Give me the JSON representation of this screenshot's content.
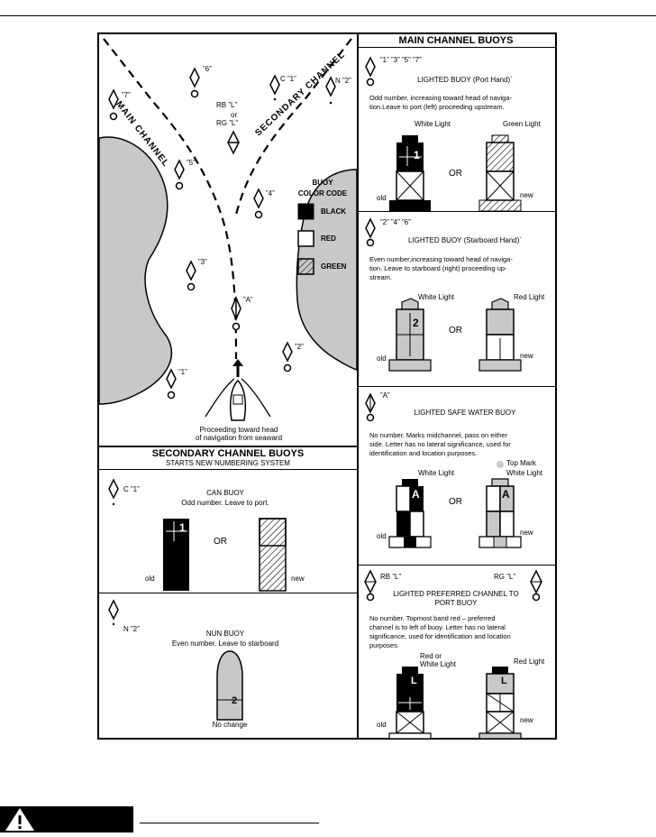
{
  "map": {
    "main_channel": "MAIN CHANNEL",
    "secondary_channel": "SECONDARY CHANNEL",
    "buoy_labels": {
      "b7": "”7”",
      "b6": "”6”",
      "c1": "C ”1”",
      "n2": "N ”2”",
      "b5": "”5”",
      "b4": "”4”",
      "b3": "”3”",
      "bA": "”A”",
      "b2": "”2”",
      "b1": "”1”"
    },
    "rb_label": "RB  ”L”",
    "or_label": "or",
    "rg_label": "RG  ”L”",
    "color_code_title_1": "BUOY",
    "color_code_title_2": "COLOR CODE",
    "color_black": "BLACK",
    "color_red": "RED",
    "color_green": "GREEN",
    "caption_1": "Proceeding toward head",
    "caption_2": "of navigation from seaward"
  },
  "secondary": {
    "title": "SECONDARY CHANNEL BUOYS",
    "subtitle": "STARTS NEW NUMBERING SYSTEM",
    "can": {
      "label": "C  ”1”",
      "title": "CAN BUOY",
      "desc": "Odd number.  Leave to port.",
      "or": "OR",
      "old": "old",
      "new": "new",
      "num": "1"
    },
    "nun": {
      "label": "N   ”2”",
      "title": "NUN BUOY",
      "desc": "Even number.  Leave to starboard",
      "caption": "No change",
      "num": "2"
    }
  },
  "main": {
    "title": "MAIN CHANNEL BUOYS",
    "port": {
      "numbers": "”1”  ”3”  ”5”  ”7”",
      "title": "LIGHTED BUOY (Port Hand)`",
      "desc_1": "Odd number, increasing toward head of naviga-",
      "desc_2": "tion.Leave to port (left) proceeding upstream.",
      "light_left": "White Light",
      "light_right": "Green Light",
      "or": "OR",
      "old": "old",
      "new": "new",
      "num": "1"
    },
    "starboard": {
      "numbers": "”2”  ”4”  ”6”",
      "title": "LIGHTED BUOY (Starboard Hand)`",
      "desc_1": "Even number,increasing toward head of naviga-",
      "desc_2": "tion. Leave to  starboard  (right) proceeding up-",
      "desc_3": "stream.",
      "light_left": "White Light",
      "light_right": "Red Light",
      "or": "OR",
      "old": "old",
      "new": "new",
      "num": "2"
    },
    "safe": {
      "label": "”A”",
      "title": "LIGHTED SAFE WATER BUOY",
      "desc_1": "No  number.  Marks midchannel, pass on either",
      "desc_2": "side.  Letter has no lateral significance, used for",
      "desc_3": "identification and location purposes.",
      "top_mark": "Top Mark",
      "light_left": "White Light",
      "light_right": "White Light",
      "or": "OR",
      "old": "old",
      "new": "new",
      "letter": "A"
    },
    "preferred": {
      "rb": "RB  ”L”",
      "rg": "RG  ”L”",
      "title_1": "LIGHTED PREFERRED CHANNEL TO",
      "title_2": "PORT BUOY",
      "desc_1": "No  number.  Topmost band red – preferred",
      "desc_2": "channel is to left of buoy. Letter has no lateral",
      "desc_3": "significance, used for identification and location",
      "desc_4": "purposes.",
      "light_left_1": "Red or",
      "light_left_2": "White Light",
      "light_right": "Red Light",
      "old": "old",
      "new": "new",
      "letter": "L"
    }
  }
}
